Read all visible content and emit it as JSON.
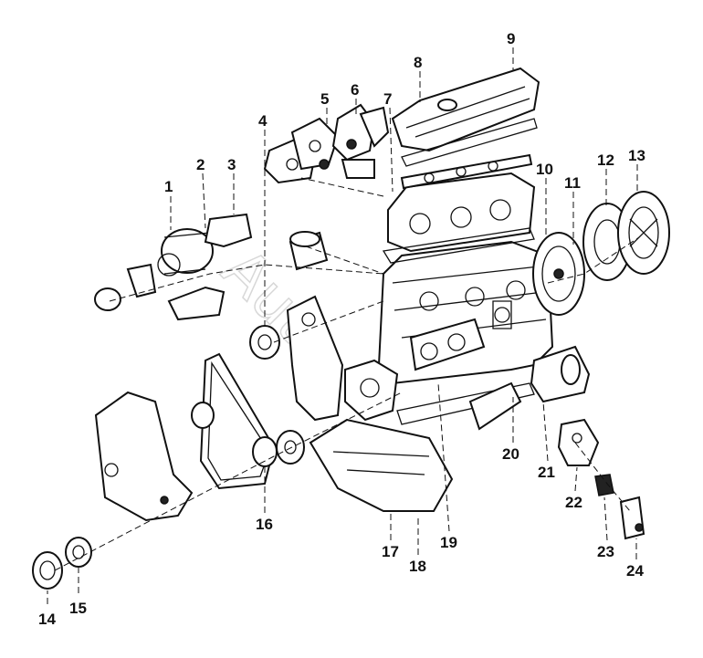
{
  "callouts": [
    {
      "label": "1"
    },
    {
      "label": "2"
    },
    {
      "label": "3"
    },
    {
      "label": "4"
    },
    {
      "label": "5"
    },
    {
      "label": "6"
    },
    {
      "label": "7"
    },
    {
      "label": "8"
    },
    {
      "label": "9"
    },
    {
      "label": "10"
    },
    {
      "label": "11"
    },
    {
      "label": "12"
    },
    {
      "label": "13"
    },
    {
      "label": "14"
    },
    {
      "label": "15"
    },
    {
      "label": "16"
    },
    {
      "label": "17"
    },
    {
      "label": "18"
    },
    {
      "label": "19"
    },
    {
      "label": "20"
    },
    {
      "label": "21"
    },
    {
      "label": "22"
    },
    {
      "label": "23"
    },
    {
      "label": "24"
    }
  ],
  "watermark": "Auto"
}
